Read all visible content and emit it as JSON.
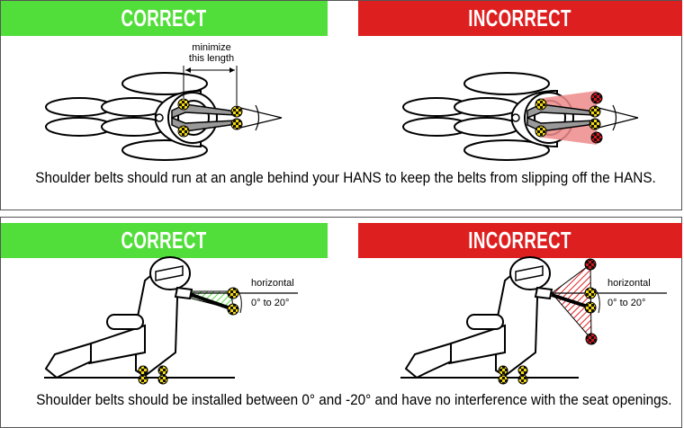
{
  "top_panel": {
    "correct_label": "CORRECT",
    "incorrect_label": "INCORRECT",
    "dimension_label_line1": "minimize",
    "dimension_label_line2": "this length",
    "caption": "Shoulder belts should run at an angle behind your HANS to keep the belts from slipping off the HANS."
  },
  "bottom_panel": {
    "correct_label": "CORRECT",
    "incorrect_label": "INCORRECT",
    "horizontal_label": "horizontal",
    "angle_label": "0° to 20°",
    "caption": "Shoulder belts should be installed between 0° and -20° and have no interference with the seat openings."
  },
  "colors": {
    "correct": "#52de3a",
    "incorrect": "#de1f20",
    "marker_yellow": "#f5d90f",
    "marker_red": "#d4151b",
    "belt_gray": "#888888"
  }
}
